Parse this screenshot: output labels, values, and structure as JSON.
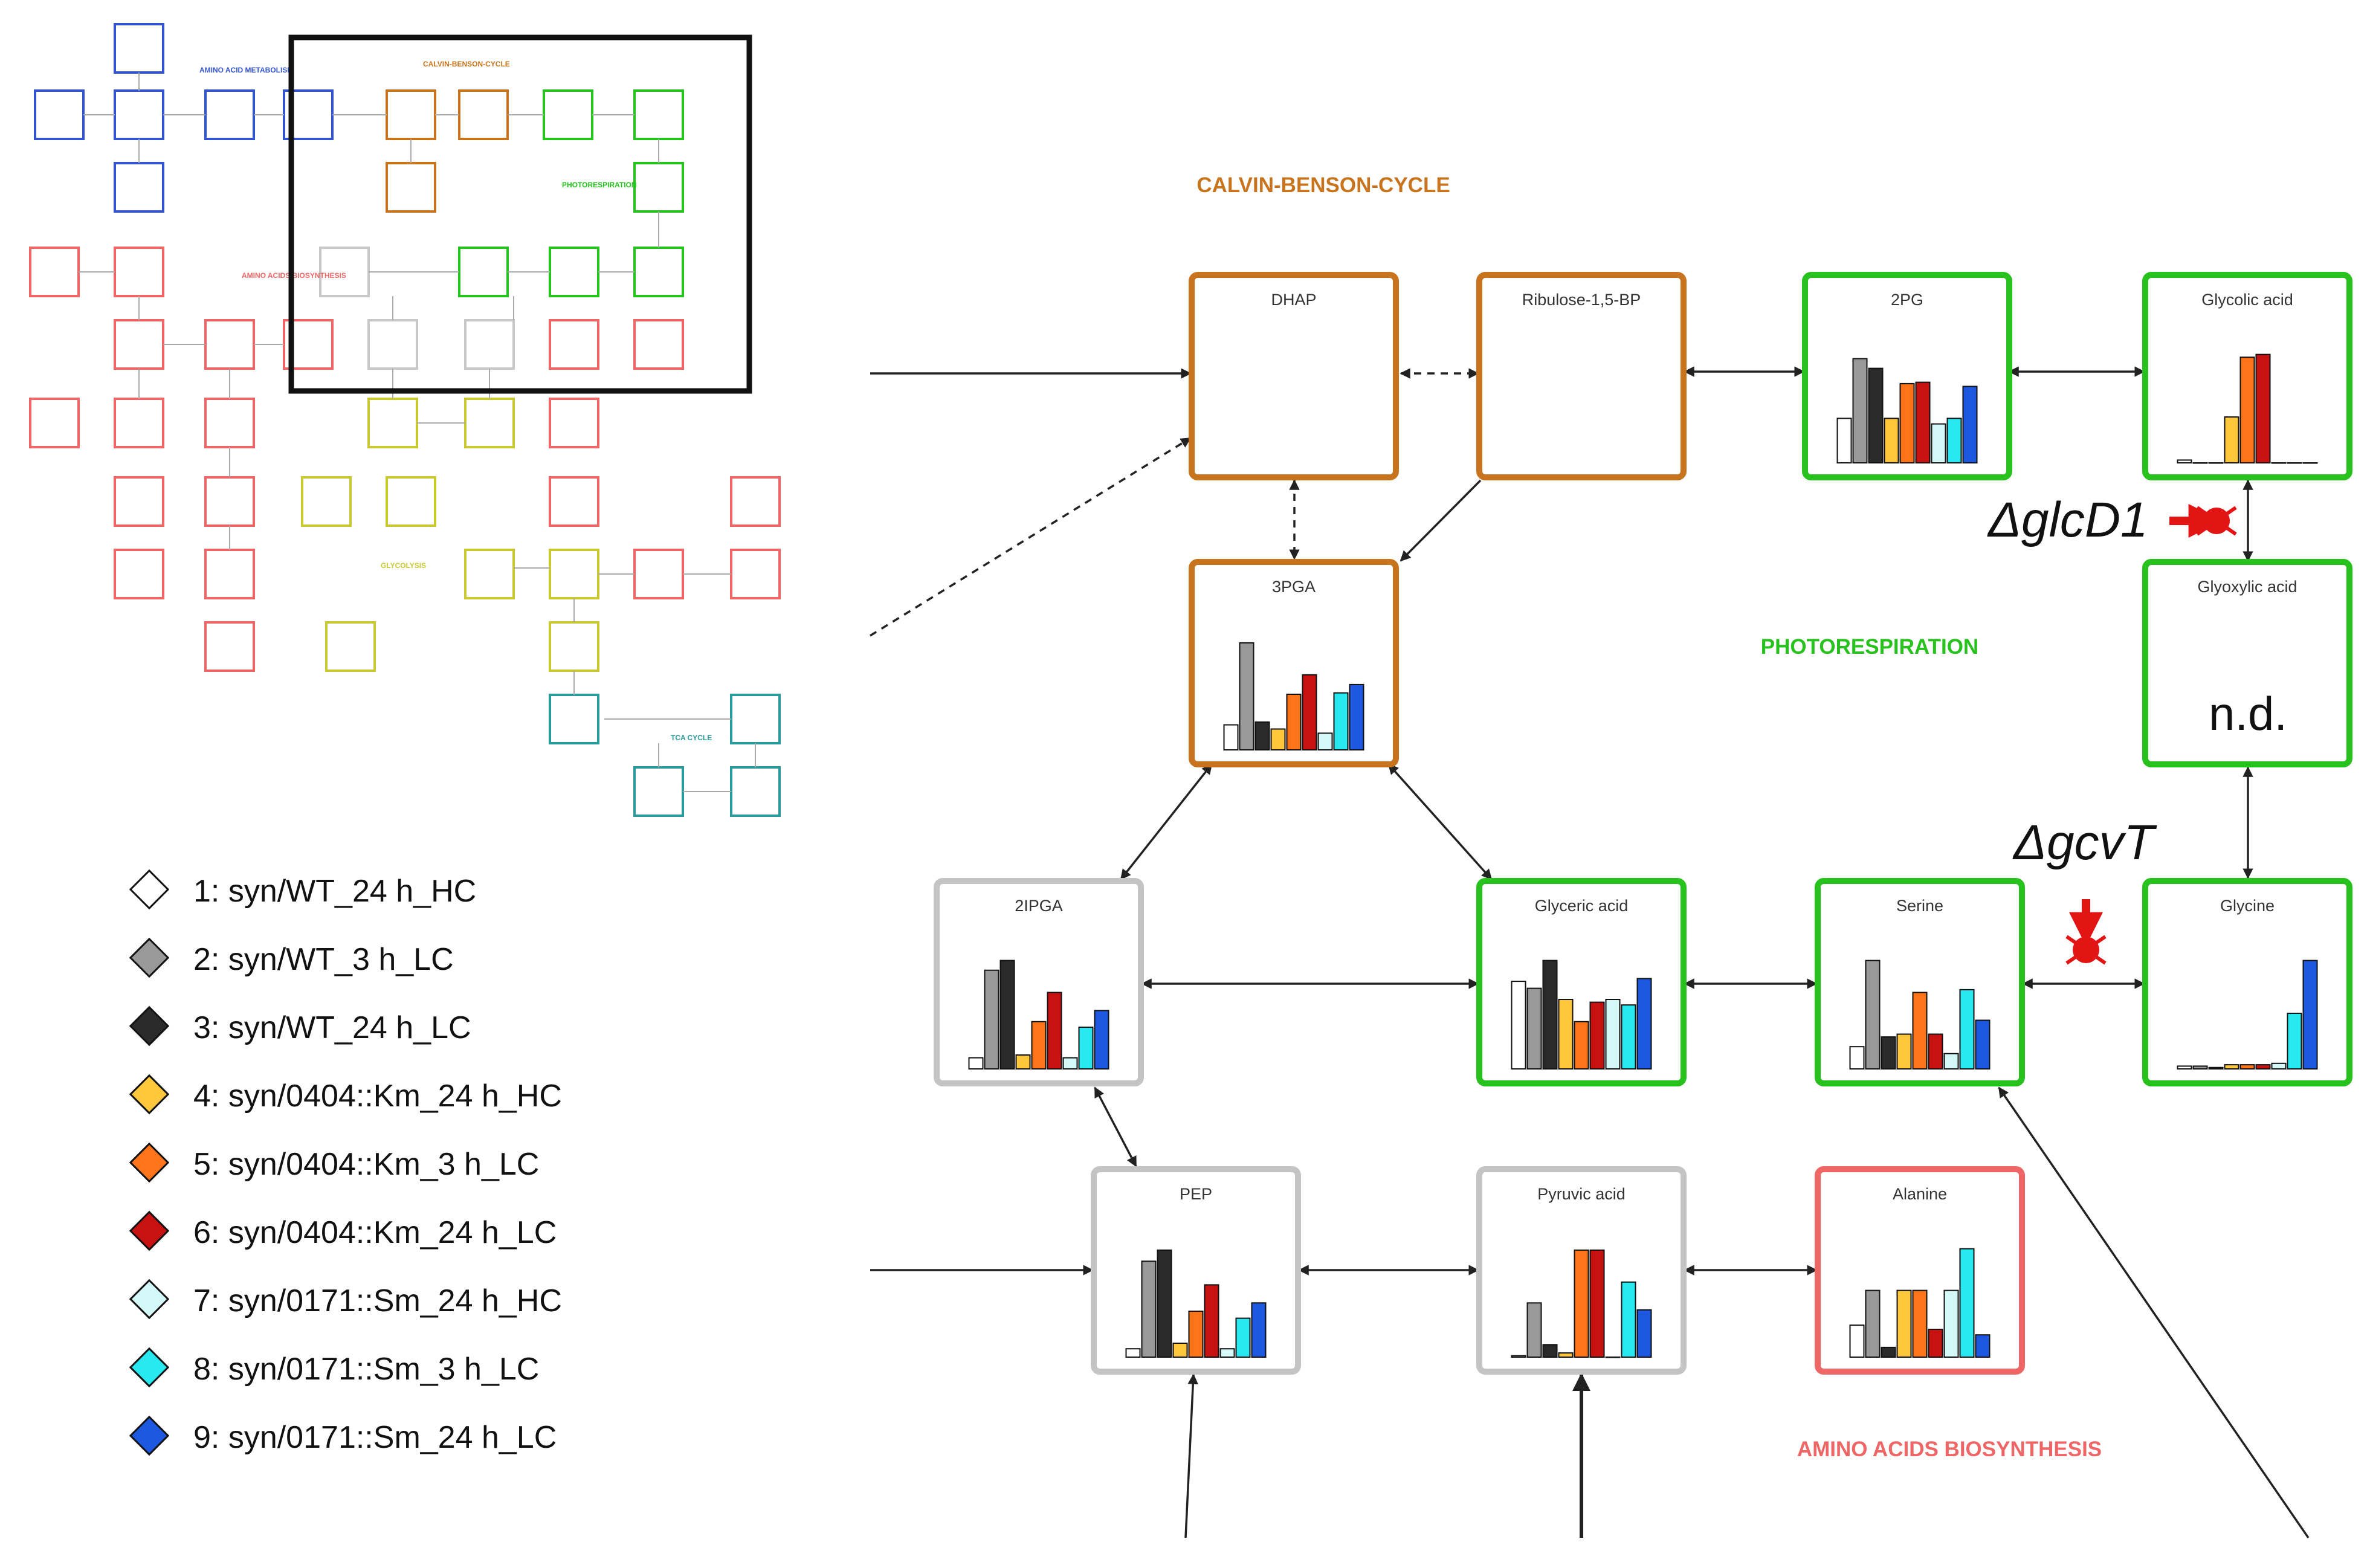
{
  "sections": {
    "calvin": {
      "label": "CALVIN-BENSON-CYCLE",
      "color": "#c8741e"
    },
    "photo": {
      "label": "PHOTORESPIRATION",
      "color": "#27c21e"
    },
    "amino": {
      "label": "AMINO ACIDS BIOSYNTHESIS",
      "color": "#ee6666"
    }
  },
  "mutations": {
    "glcD1": "ΔglcD1",
    "gcvT": "ΔgcvT"
  },
  "nd_label": "n.d.",
  "legend": {
    "items": [
      {
        "label": "1: syn/WT_24 h_HC",
        "color": "#ffffff"
      },
      {
        "label": "2: syn/WT_3 h_LC",
        "color": "#999999"
      },
      {
        "label": "3: syn/WT_24 h_LC",
        "color": "#2a2a2a"
      },
      {
        "label": "4: syn/0404::Km_24 h_HC",
        "color": "#ffc83c"
      },
      {
        "label": "5: syn/0404::Km_3 h_LC",
        "color": "#ff7418"
      },
      {
        "label": "6: syn/0404::Km_24 h_LC",
        "color": "#c81212"
      },
      {
        "label": "7: syn/0171::Sm_24 h_HC",
        "color": "#d4f8f8"
      },
      {
        "label": "8: syn/0171::Sm_3 h_LC",
        "color": "#28e8f0"
      },
      {
        "label": "9: syn/0171::Sm_24 h_LC",
        "color": "#1e58e0"
      }
    ]
  },
  "nodes": [
    {
      "id": "dhap",
      "label": "DHAP",
      "color": "#c8741e",
      "values": []
    },
    {
      "id": "rubp",
      "label": "Ribulose-1,5-BP",
      "color": "#c8741e",
      "values": []
    },
    {
      "id": "2pg",
      "label": "2PG",
      "color": "#27c21e",
      "values": [
        0.32,
        0.75,
        0.68,
        0.32,
        0.57,
        0.58,
        0.28,
        0.32,
        0.55
      ]
    },
    {
      "id": "glycolic",
      "label": "Glycolic acid",
      "color": "#27c21e",
      "values": [
        0.02,
        0,
        0,
        0.33,
        0.76,
        0.78,
        0,
        0,
        0
      ]
    },
    {
      "id": "glyoxylic",
      "label": "Glyoxylic acid",
      "color": "#27c21e",
      "values": []
    },
    {
      "id": "3pga",
      "label": "3PGA",
      "color": "#c8741e",
      "values": [
        0.18,
        0.77,
        0.2,
        0.15,
        0.4,
        0.54,
        0.12,
        0.41,
        0.47
      ]
    },
    {
      "id": "2ipga",
      "label": "2IPGA",
      "color": "#c4c4c4",
      "values": [
        0.08,
        0.71,
        0.78,
        0.1,
        0.34,
        0.55,
        0.08,
        0.3,
        0.42
      ]
    },
    {
      "id": "glyceric",
      "label": "Glyceric acid",
      "color": "#27c21e",
      "values": [
        0.63,
        0.58,
        0.78,
        0.5,
        0.34,
        0.48,
        0.5,
        0.46,
        0.65
      ]
    },
    {
      "id": "serine",
      "label": "Serine",
      "color": "#27c21e",
      "values": [
        0.16,
        0.78,
        0.23,
        0.25,
        0.55,
        0.25,
        0.11,
        0.57,
        0.35
      ]
    },
    {
      "id": "glycine",
      "label": "Glycine",
      "color": "#27c21e",
      "values": [
        0.02,
        0.02,
        0.01,
        0.03,
        0.03,
        0.03,
        0.04,
        0.4,
        0.78
      ]
    },
    {
      "id": "pep",
      "label": "PEP",
      "color": "#c4c4c4",
      "values": [
        0.06,
        0.69,
        0.77,
        0.1,
        0.33,
        0.52,
        0.06,
        0.28,
        0.39
      ]
    },
    {
      "id": "pyruvic",
      "label": "Pyruvic acid",
      "color": "#c4c4c4",
      "values": [
        0.01,
        0.39,
        0.09,
        0.03,
        0.77,
        0.77,
        0,
        0.54,
        0.34
      ]
    },
    {
      "id": "alanine",
      "label": "Alanine",
      "color": "#ee6666",
      "values": [
        0.23,
        0.48,
        0.07,
        0.48,
        0.48,
        0.2,
        0.48,
        0.78,
        0.16
      ]
    }
  ],
  "overview": {
    "sections": [
      {
        "label": "AMINO ACID METABOLISM",
        "color": "#3355cc"
      },
      {
        "label": "CALVIN-BENSON-CYCLE",
        "color": "#c8741e"
      },
      {
        "label": "PHOTORESPIRATION",
        "color": "#27c21e"
      },
      {
        "label": "AMINO ACIDS BIOSYNTHESIS",
        "color": "#ee6666"
      },
      {
        "label": "GLYCOLYSIS",
        "color": "#c8c832"
      },
      {
        "label": "TCA CYCLE",
        "color": "#2a9a9a"
      }
    ]
  }
}
